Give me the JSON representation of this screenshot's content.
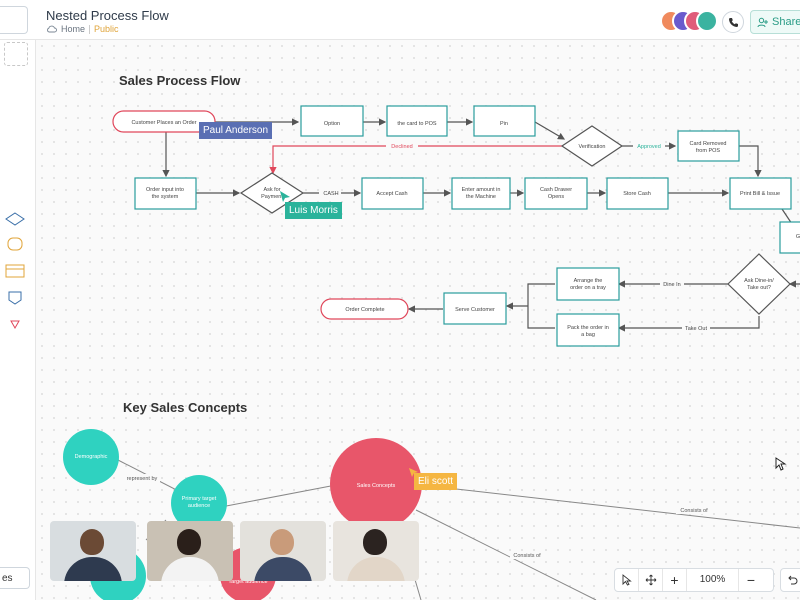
{
  "header": {
    "title": "Nested Process Flow",
    "breadcrumb_home": "Home",
    "breadcrumb_visibility": "Public",
    "share_label": "Share"
  },
  "left_toolbar": {
    "shapes": [
      "diamond-icon",
      "cylinder-icon",
      "table-icon",
      "shield-icon",
      "triangle-icon"
    ],
    "bottom_label": "es"
  },
  "canvas": {
    "sales_process_title": "Sales Process Flow",
    "key_concepts_title": "Key Sales Concepts",
    "nodes": {
      "customer_places_order": "Customer Places an Order",
      "option": "Option",
      "card_to_pos": "the card to POS",
      "pin": "Pin",
      "verification": "Verification",
      "card_removed": "Card Removed from POS",
      "order_input": "Order input into the system",
      "ask_payment": "Ask for Payment",
      "accept_cash": "Accept Cash",
      "enter_amount": "Enter amount in the Machine",
      "cash_drawer": "Cash Drawer Opens",
      "store_cash": "Store Cash",
      "print_bill": "Print Bill & Issue",
      "partial_right": "G",
      "ask_dine": "Ask Dine-in/ Take out?",
      "arrange_tray": "Arrange the order on a tray",
      "pack_bag": "Pack the order in a bag",
      "serve_customer": "Serve Customer",
      "order_complete": "Order Complete"
    },
    "edge_labels": {
      "declined": "Declined",
      "approved": "Approved",
      "cash": "CASH",
      "dine_in": "Dine In",
      "take_out": "Take Out"
    },
    "concepts": {
      "demographic": "Demographic",
      "primary_audience": "Primary target audience",
      "sales_concepts": "Sales Concepts",
      "target_audience": "Target audience",
      "represent_by": "represent by",
      "consists_of_1": "Consists of",
      "consists_of_2": "Consists of"
    },
    "collaborators": {
      "paul": "Paul Anderson",
      "luis": "Luis Morris",
      "eli": "Eli scott"
    }
  },
  "bottom_toolbar": {
    "zoom": "100%",
    "plus": "+",
    "minus": "−"
  },
  "colors": {
    "teal": "#2bb39b",
    "node_border": "#2a9c9c",
    "red": "#e0475b",
    "accent_orange": "#f5b642",
    "concept_teal": "#2fd2c0",
    "concept_red": "#e8566a"
  }
}
